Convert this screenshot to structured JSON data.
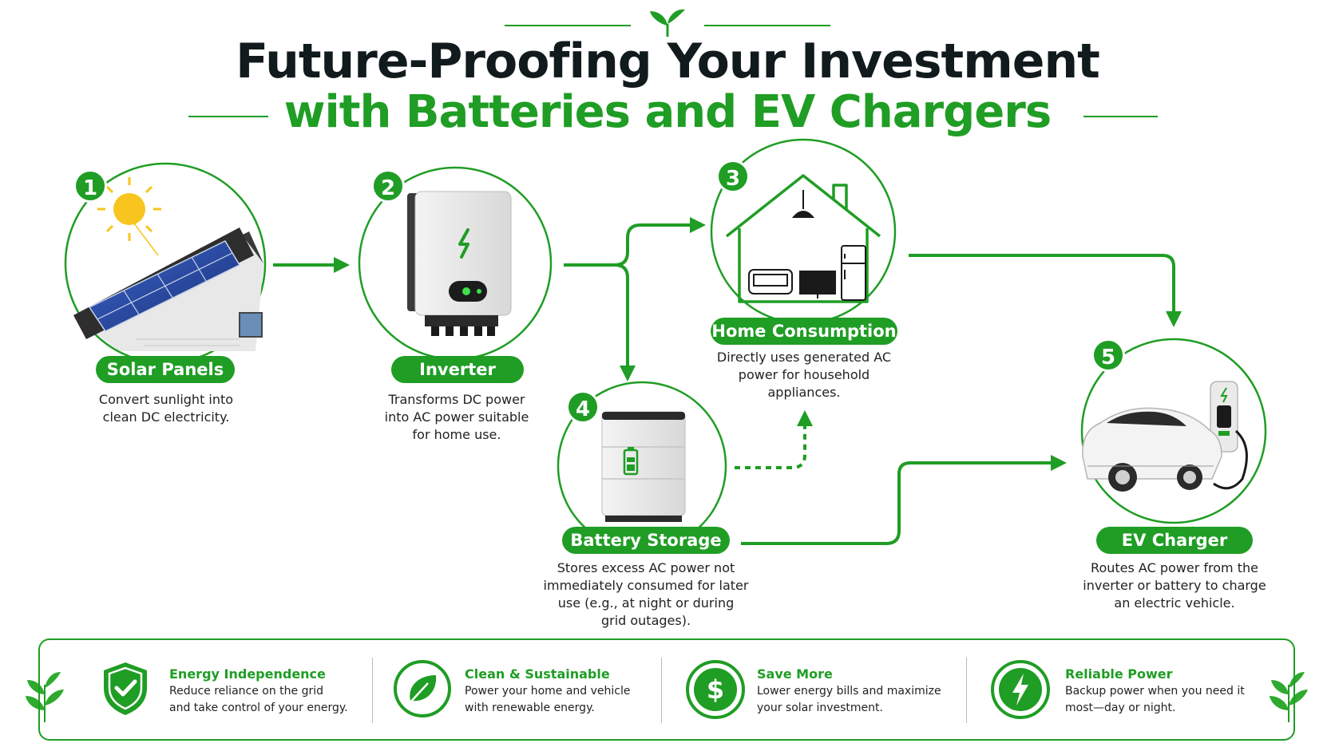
{
  "title": {
    "line1": "Future-Proofing Your Investment",
    "line2": "with Batteries and EV Chargers"
  },
  "colors": {
    "accent": "#1f9d24",
    "title_dark": "#111a1c"
  },
  "steps": [
    {
      "number": "1",
      "label": "Solar Panels",
      "description_lines": [
        "Convert sunlight into",
        "clean DC electricity."
      ],
      "icon": "solar-panel-roof-icon"
    },
    {
      "number": "2",
      "label": "Inverter",
      "description_lines": [
        "Transforms DC power",
        "into AC power suitable",
        "for home use."
      ],
      "icon": "inverter-icon"
    },
    {
      "number": "3",
      "label": "Home Consumption",
      "description_lines": [
        "Directly uses generated AC",
        "power for household",
        "appliances."
      ],
      "icon": "house-appliances-icon"
    },
    {
      "number": "4",
      "label": "Battery Storage",
      "description_lines": [
        "Stores excess AC power not",
        "immediately consumed for later",
        "use (e.g., at night or during",
        "grid outages)."
      ],
      "icon": "battery-storage-icon"
    },
    {
      "number": "5",
      "label": "EV Charger",
      "description_lines": [
        "Routes AC power from the",
        "inverter or battery to charge",
        "an electric vehicle."
      ],
      "icon": "ev-charger-car-icon"
    }
  ],
  "benefits": [
    {
      "title": "Energy Independence",
      "text_lines": [
        "Reduce reliance on the grid",
        "and take control of your energy."
      ],
      "icon": "shield-check-icon"
    },
    {
      "title": "Clean & Sustainable",
      "text_lines": [
        "Power your home and vehicle",
        "with renewable energy."
      ],
      "icon": "leaf-icon"
    },
    {
      "title": "Save More",
      "text_lines": [
        "Lower energy bills and maximize",
        "your solar investment."
      ],
      "icon": "dollar-icon"
    },
    {
      "title": "Reliable Power",
      "text_lines": [
        "Backup power when you need it",
        "most—day or night."
      ],
      "icon": "lightning-bolt-icon"
    }
  ]
}
